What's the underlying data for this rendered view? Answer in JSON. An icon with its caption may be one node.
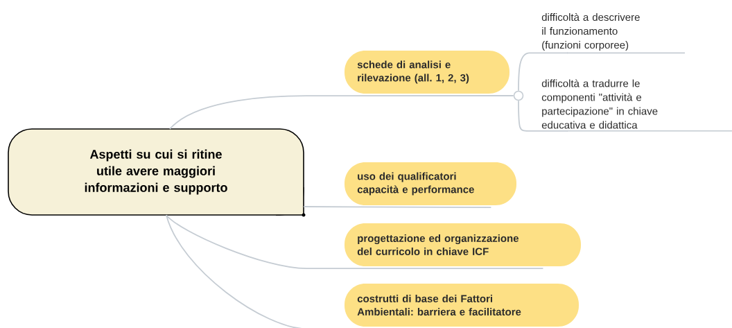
{
  "diagram": {
    "nodes": [
      {
        "text": [
          "Aspetti su cui si ritine utile avere maggiori informazioni e supporto"
        ]
      },
      {
        "text": [
          "schede di analisi e rilevazione (all. 1, 2, 3)"
        ]
      },
      {
        "text": [
          "uso dei qualificatori capacità e performance"
        ]
      },
      {
        "text": [
          "progettazione ed organizzazione del curricolo in chiave ICF"
        ]
      },
      {
        "text": [
          "costrutti di base dei Fattori Ambientali: barriera e facilitatore"
        ]
      },
      {
        "text": [],
        "shape": "circle"
      },
      {
        "text": [
          "difficoltà a descrivere il funzionamento (funzioni corporee)"
        ]
      },
      {
        "text": [
          "difficoltà a tradurre le componenti \"attività e partecipazione\" in chiave educativa e didattica"
        ]
      }
    ],
    "edges": [
      {
        "from": 0,
        "to": 1,
        "arrow": "none"
      },
      {
        "from": 0,
        "to": 2,
        "arrow": "none"
      },
      {
        "from": 0,
        "to": 3,
        "arrow": "none"
      },
      {
        "from": 0,
        "to": 4,
        "arrow": "none"
      },
      {
        "from": 1,
        "to": 5,
        "arrow": "none"
      },
      {
        "from": 5,
        "to": 6,
        "arrow": "none"
      },
      {
        "from": 5,
        "to": 7,
        "arrow": "none"
      }
    ]
  }
}
